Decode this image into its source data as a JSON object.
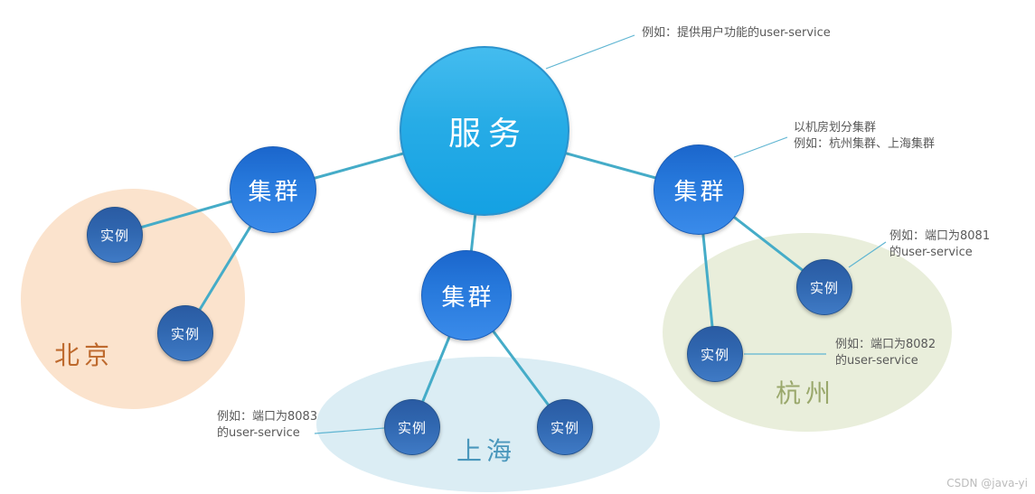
{
  "nodes": {
    "service": {
      "label": "服务"
    },
    "clusters": [
      {
        "id": "cluster-beijing",
        "label": "集群"
      },
      {
        "id": "cluster-shanghai",
        "label": "集群"
      },
      {
        "id": "cluster-hangzhou",
        "label": "集群"
      }
    ],
    "instances": [
      {
        "id": "instance-beijing-1",
        "label": "实例"
      },
      {
        "id": "instance-beijing-2",
        "label": "实例"
      },
      {
        "id": "instance-shanghai-1",
        "label": "实例"
      },
      {
        "id": "instance-shanghai-2",
        "label": "实例"
      },
      {
        "id": "instance-hangzhou-1",
        "label": "实例"
      },
      {
        "id": "instance-hangzhou-2",
        "label": "实例"
      }
    ]
  },
  "regions": [
    {
      "id": "beijing",
      "name": "北京"
    },
    {
      "id": "shanghai",
      "name": "上海"
    },
    {
      "id": "hangzhou",
      "name": "杭州"
    }
  ],
  "annotations": {
    "service_example": {
      "line1": "例如：提供用户功能的user-service"
    },
    "cluster_division": {
      "line1": "以机房划分集群",
      "line2": "例如：杭州集群、上海集群"
    },
    "port_8081": {
      "line1": "例如：端口为8081",
      "line2": "的user-service"
    },
    "port_8082": {
      "line1": "例如：端口为8082",
      "line2": "的user-service"
    },
    "port_8083": {
      "line1": "例如：端口为8083",
      "line2": "的user-service"
    }
  },
  "watermark": "CSDN @java-yi",
  "colors": {
    "service_fill_top": "#44BCEF",
    "service_fill_bottom": "#14A1E3",
    "cluster_fill_top": "#1B66CC",
    "cluster_fill_bottom": "#3A8BEA",
    "instance_fill_top": "#2A5BA3",
    "instance_fill_bottom": "#3F7AC5",
    "connector": "#45ACC8",
    "region_beijing_fill": "#FBE3CD",
    "region_shanghai_fill": "#DBEDF4",
    "region_hangzhou_fill": "#E9EEDB",
    "region_beijing_text": "#BE6A2E",
    "region_shanghai_text": "#4A97BC",
    "region_hangzhou_text": "#9AA86C",
    "annotation_text": "#595959",
    "watermark_text": "#BCBCBC"
  }
}
